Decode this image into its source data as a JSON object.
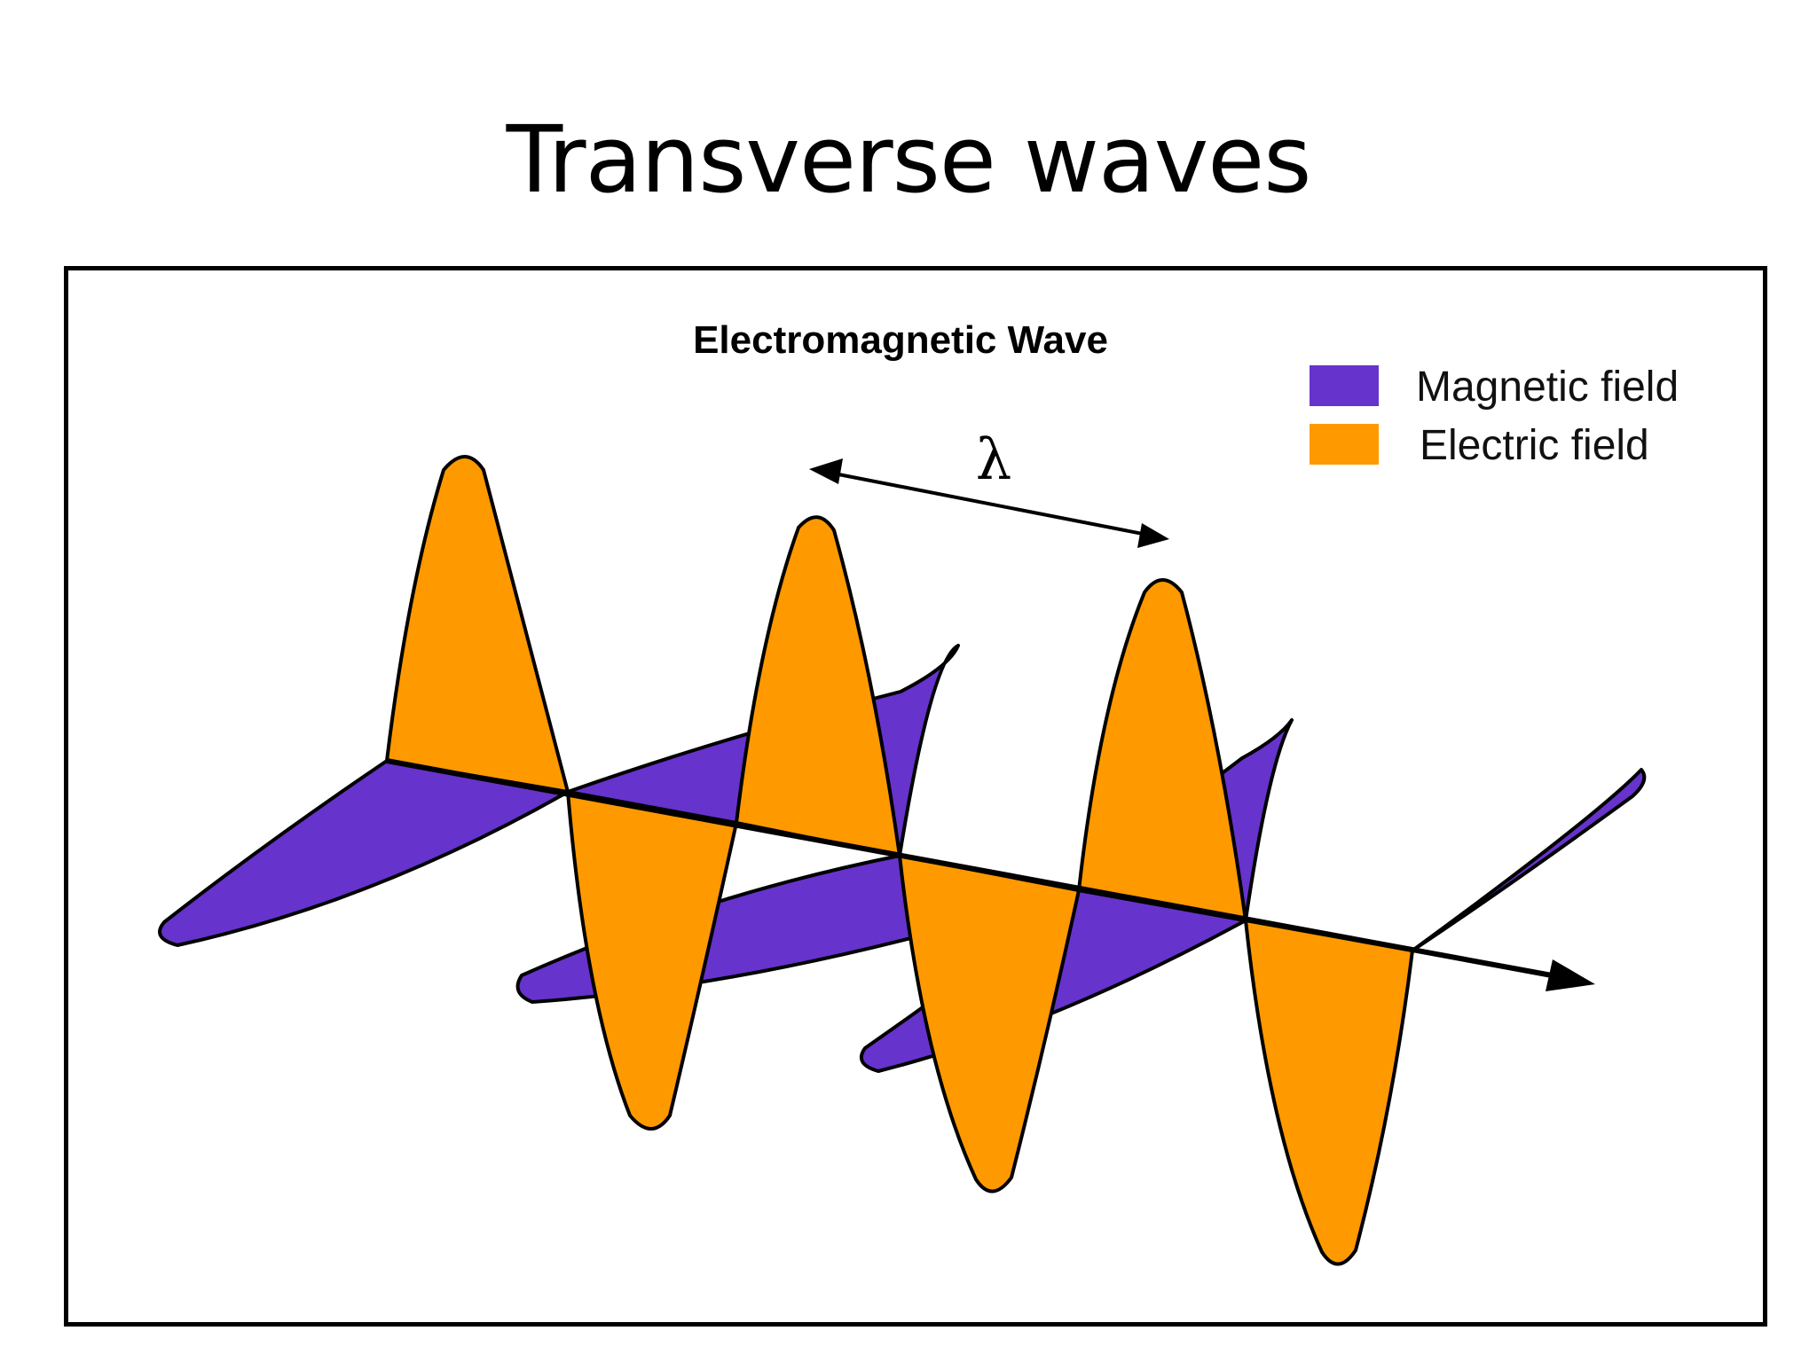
{
  "slide": {
    "title": "Transverse waves"
  },
  "figure": {
    "title": "Electromagnetic Wave",
    "wavelength_symbol": "λ",
    "legend": [
      {
        "label": "Magnetic field",
        "color": "#6633cc"
      },
      {
        "label": "Electric field",
        "color": "#ff9900"
      }
    ]
  },
  "colors": {
    "magnetic": "#6633cc",
    "electric": "#ff9900",
    "outline": "#000000",
    "background": "#ffffff"
  }
}
